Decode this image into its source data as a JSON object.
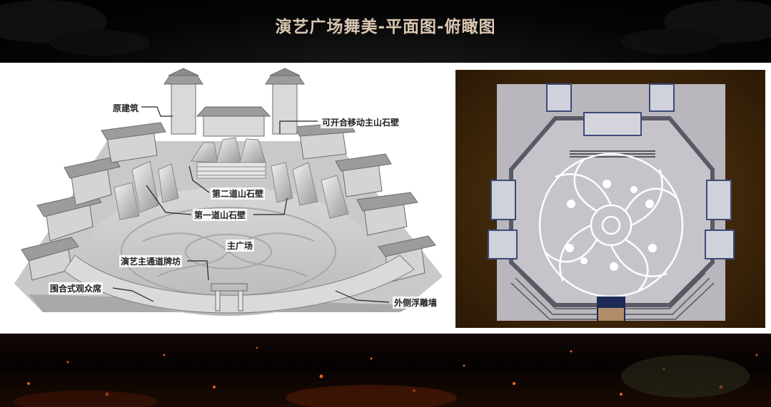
{
  "slide": {
    "title": "演艺广场舞美-平面图-俯瞰图"
  },
  "left_view": {
    "labels": {
      "original_building": "原建筑",
      "movable_main_rock_wall": "可开合移动主山石壁",
      "second_rock_wall": "第二道山石壁",
      "first_rock_wall": "第一道山石壁",
      "main_square": "主广场",
      "main_passage_archway": "演艺主通道牌坊",
      "enclosed_audience_seating": "围合式观众席",
      "outer_relief_wall": "外侧浮雕墙"
    }
  },
  "colors": {
    "title": "#d9c7b2",
    "top_view_bg": "#4a300e",
    "plaza_floor": "#b9b6bd",
    "ember": "#e0601a"
  }
}
